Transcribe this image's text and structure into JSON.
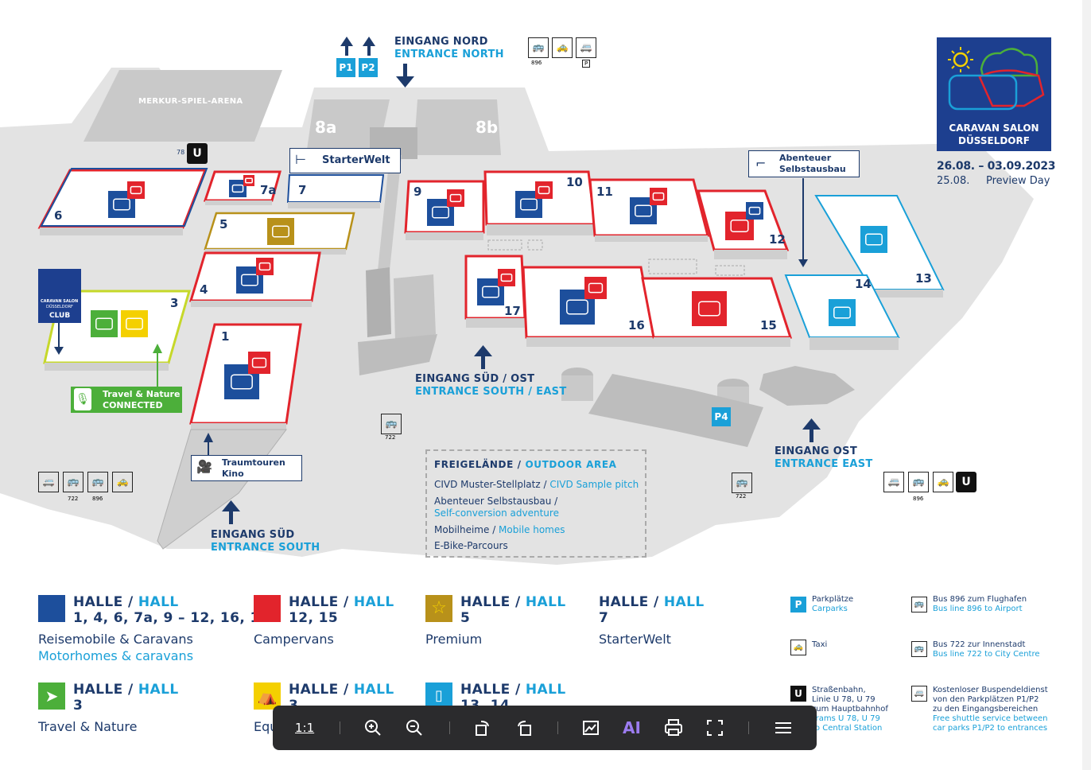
{
  "colors": {
    "navy": "#1d3a6b",
    "hall_blue": "#1d4f9c",
    "red": "#e2242c",
    "gold": "#b8911a",
    "green": "#4caf3a",
    "yellow": "#f4d000",
    "cyan": "#1aa0d8",
    "ground": "#e3e3e3",
    "building_grey": "#c9c9c9"
  },
  "map": {
    "arena_label": "MERKUR-SPIEL-ARENA",
    "hall_8a": "8a",
    "hall_8b": "8b",
    "entrance_north_de": "EINGANG NORD",
    "entrance_north_en": "ENTRANCE NORTH",
    "p1": "P1",
    "p2": "P2",
    "entrance_south_east_de": "EINGANG SÜD / OST",
    "entrance_south_east_en": "ENTRANCE SOUTH / EAST",
    "entrance_south_de": "EINGANG SÜD",
    "entrance_south_en": "ENTRANCE SOUTH",
    "entrance_east_de": "EINGANG OST",
    "entrance_east_en": "ENTRANCE EAST",
    "p4": "P4",
    "starterwelt_sign": "StarterWelt",
    "abenteuer_sign_1": "Abenteuer",
    "abenteuer_sign_2": "Selbstausbau",
    "travel_nature_sign_1": "Travel & Nature",
    "travel_nature_sign_2": "CONNECTED",
    "traumtouren_1": "Traumtouren",
    "traumtouren_2": "Kino",
    "club_label": "CLUB",
    "club_small_1": "CARAVAN SALON",
    "club_small_2": "DÜSSELDORF",
    "tram_78": "78",
    "halls": [
      "1",
      "3",
      "4",
      "5",
      "6",
      "7",
      "7a",
      "9",
      "10",
      "11",
      "12",
      "13",
      "14",
      "15",
      "16",
      "17"
    ],
    "bus_896": "896",
    "bus_722": "722",
    "bus_722_b": "722",
    "bus_722_c": "722",
    "bus_896_b": "896",
    "bus_896_c": "896",
    "p_badge": "P"
  },
  "logo": {
    "line1": "CARAVAN SALON",
    "line2": "DÜSSELDORF",
    "dates": "26.08. – 03.09.2023",
    "preview_date": "25.08.",
    "preview_label": "Preview Day"
  },
  "outdoor": {
    "title_de": "FREIGELÄNDE",
    "title_en": "OUTDOOR AREA",
    "row1_de": "CIVD Muster-Stellplatz",
    "row1_en": "CIVD Sample pitch",
    "row2_de": "Abenteuer Selbstausbau",
    "row2_en": "Self-conversion adventure",
    "row3_de": "Mobilheime",
    "row3_en": "Mobile homes",
    "row4": "E-Bike-Parcours"
  },
  "legend": {
    "halle": "HALLE",
    "hall": "HALL",
    "groups": [
      {
        "halls": "1, 4, 6, 7a, 9 – 12, 16, 17",
        "de": "Reisemobile & Caravans",
        "en": "Motorhomes & caravans"
      },
      {
        "halls": "12, 15",
        "de": "Campervans",
        "en": ""
      },
      {
        "halls": "5",
        "de": "Premium",
        "en": ""
      },
      {
        "halls": "7",
        "de": "StarterWelt",
        "en": ""
      },
      {
        "halls": "3",
        "de": "Travel & Nature",
        "en": ""
      },
      {
        "halls": "3",
        "de": "Equ",
        "en": ""
      },
      {
        "halls": "13, 14",
        "de": "",
        "en": ""
      }
    ],
    "services": {
      "parking_de": "Parkplätze",
      "parking_en": "Carparks",
      "taxi": "Taxi",
      "tram_de_1": "Straßenbahn,",
      "tram_de_2": "Linie U 78, U 79",
      "tram_de_3": "zum Hauptbahnhof",
      "tram_en_1": "Trams U 78, U 79",
      "tram_en_2": "to Central Station",
      "bus896_de": "Bus 896 zum Flughafen",
      "bus896_en": "Bus line 896 to Airport",
      "bus722_de": "Bus 722 zur Innenstadt",
      "bus722_en": "Bus line 722 to City Centre",
      "shuttle_de_1": "Kostenloser Buspendeldienst",
      "shuttle_de_2": "von den Parkplätzen P1/P2",
      "shuttle_de_3": "zu den Eingangsbereichen",
      "shuttle_en_1": "Free shuttle service between",
      "shuttle_en_2": "car parks P1/P2 to entrances"
    }
  },
  "toolbar": {
    "actual_size": "1:1",
    "ai": "AI",
    "icons": [
      "zoom-in-icon",
      "zoom-out-icon",
      "rotate-right-icon",
      "rotate-left-icon",
      "image-edit-icon",
      "ai-icon",
      "print-icon",
      "fullscreen-icon",
      "menu-icon"
    ]
  }
}
